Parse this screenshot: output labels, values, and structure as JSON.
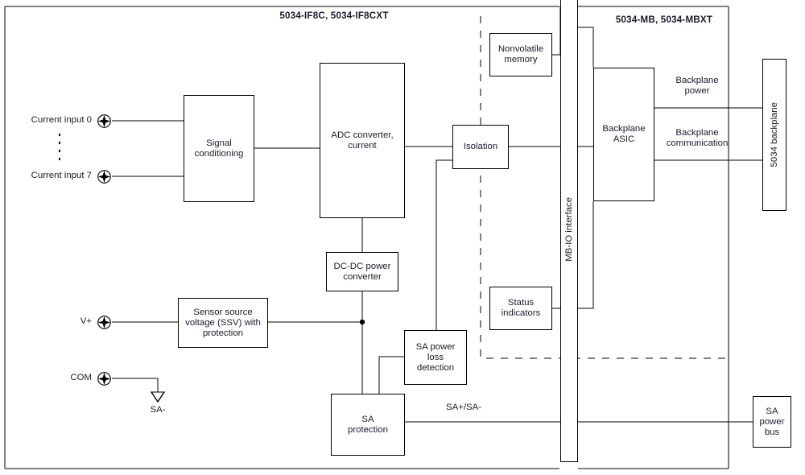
{
  "diagram": {
    "title_left": "5034-IF8C, 5034-IF8CXT",
    "title_right": "5034-MB, 5034-MBXT"
  },
  "blocks": {
    "signal_conditioning": "Signal\nconditioning",
    "adc_converter": "ADC converter,\ncurrent",
    "isolation": "Isolation",
    "nonvolatile_memory": "Nonvolatile\nmemory",
    "mb_io_interface": "MB-IO interface",
    "backplane_asic": "Backplane\nASIC",
    "backplane_5034": "5034 backplane",
    "status_indicators": "Status\nindicators",
    "dcdc_converter": "DC-DC power\nconverter",
    "ssv": "Sensor source\nvoltage (SSV) with\nprotection",
    "sa_power_loss": "SA power\nloss\ndetection",
    "sa_protection": "SA\nprotection",
    "sa_power_bus": "SA\npower\nbus"
  },
  "labels": {
    "current_input_0": "Current input 0",
    "current_input_7": "Current input 7",
    "v_plus": "V+",
    "com": "COM",
    "sa_minus": "SA-",
    "backplane_power": "Backplane\npower",
    "backplane_communication": "Backplane\ncommunication",
    "sa_plus_minus": "SA+/SA-"
  },
  "colors": {
    "line": "#000000",
    "text": "#1a1a2e",
    "background": "#ffffff"
  }
}
